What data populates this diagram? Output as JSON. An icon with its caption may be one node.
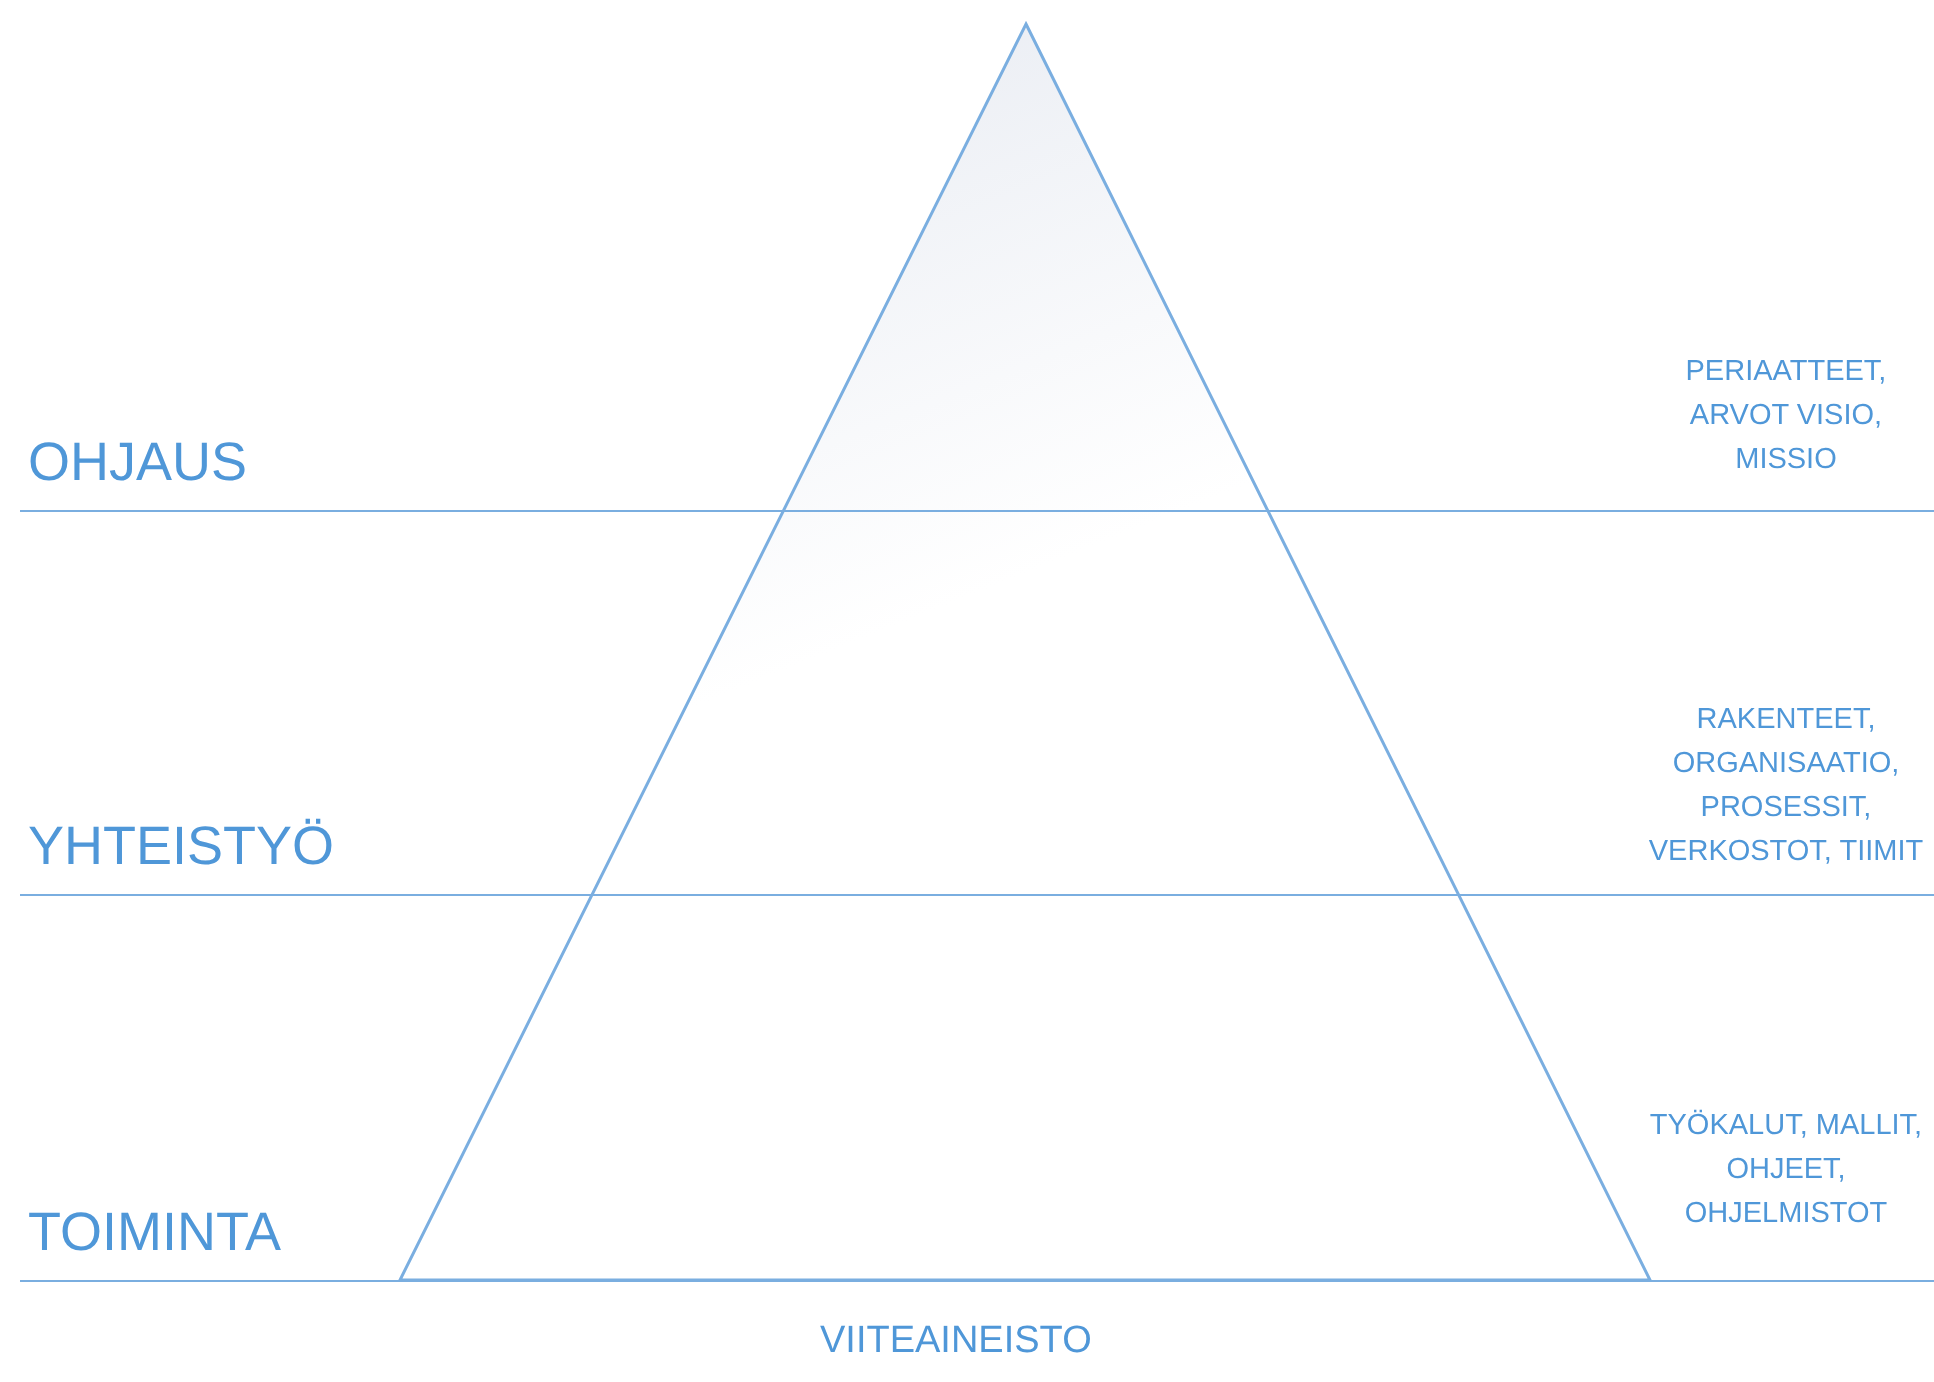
{
  "diagram": {
    "nodes": [
      {
        "text": [
          "OHJAUS",
          "PERIAATTEET, ARVOT VISIO, MISSIO"
        ]
      },
      {
        "text": [
          "YHTEISTYÖ",
          "RAKENTEET, ORGANISAATIO, PROSESSIT, VERKOSTOT, TIIMIT"
        ]
      },
      {
        "text": [
          "TOIMINTA",
          "TYÖKALUT, MALLIT, OHJEET, OHJELMISTOT"
        ]
      }
    ],
    "labels": [
      "VIITEAINEISTO"
    ]
  }
}
